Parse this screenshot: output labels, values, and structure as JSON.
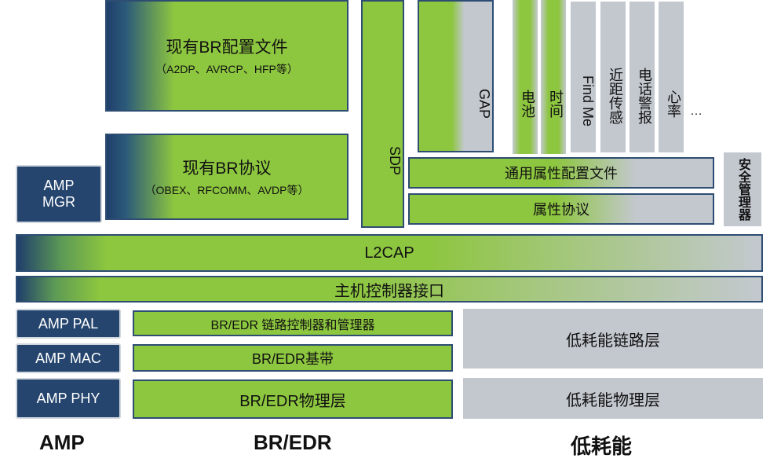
{
  "br_profiles": {
    "title": "现有BR配置文件",
    "sub": "（A2DP、AVRCP、HFP等）"
  },
  "br_protocols": {
    "title": "现有BR协议",
    "sub": "（OBEX、RFCOMM、AVDP等）"
  },
  "sdp": "SDP",
  "gap": "GAP",
  "le_profiles": [
    "电池",
    "时间",
    "Find Me",
    "近距传感",
    "电话警报",
    "心率",
    "…"
  ],
  "gatt": "通用属性配置文件",
  "att": "属性协议",
  "security_manager": "安全管理器",
  "amp_mgr": {
    "line1": "AMP",
    "line2": "MGR"
  },
  "l2cap": "L2CAP",
  "hci": "主机控制器接口",
  "amp_pal": "AMP PAL",
  "amp_mac": "AMP MAC",
  "amp_phy": "AMP PHY",
  "bredr_link": "BR/EDR 链路控制器和管理器",
  "bredr_baseband": "BR/EDR基带",
  "bredr_phy": "BR/EDR物理层",
  "le_link": "低耗能链路层",
  "le_phy": "低耗能物理层",
  "footer": {
    "amp": "AMP",
    "bredr": "BR/EDR",
    "le": "低耗能"
  }
}
